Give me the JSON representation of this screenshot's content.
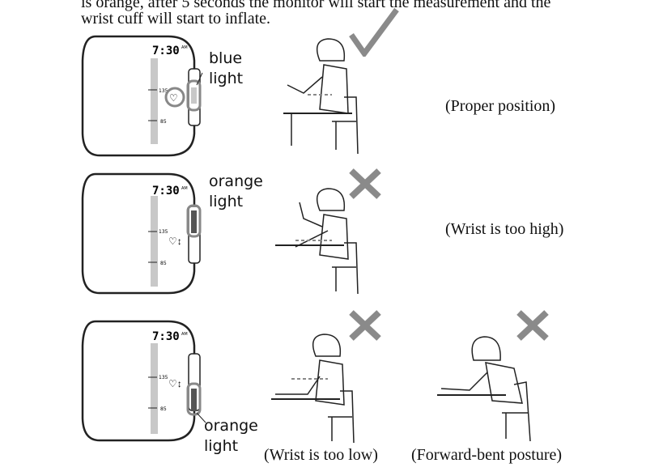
{
  "intro": {
    "line1": "is orange, after 5 seconds the monitor will start the measurement and the",
    "line2": "wrist cuff will start to inflate."
  },
  "rows": [
    {
      "monitor": {
        "time": "7:30",
        "ampm": "AM",
        "tick_upper": "135",
        "tick_lower": "85"
      },
      "light_label_1": "blue",
      "light_label_2": "light",
      "mark": "check-mark",
      "caption": "(Proper position)"
    },
    {
      "monitor": {
        "time": "7:30",
        "ampm": "AM",
        "tick_upper": "135",
        "tick_lower": "85"
      },
      "light_label_1": "orange",
      "light_label_2": "light",
      "mark": "cross-mark",
      "caption": "(Wrist is too high)"
    },
    {
      "monitor": {
        "time": "7:30",
        "ampm": "AM",
        "tick_upper": "135",
        "tick_lower": "85"
      },
      "light_label_1": "orange",
      "light_label_2": "light",
      "mark": "cross-mark",
      "caption": "(Wrist is too low)",
      "caption_extra": "(Forward-bent posture)"
    }
  ],
  "colors": {
    "bar": "#c8c8c8",
    "mark": "#8a8a8a",
    "line": "#222222"
  }
}
